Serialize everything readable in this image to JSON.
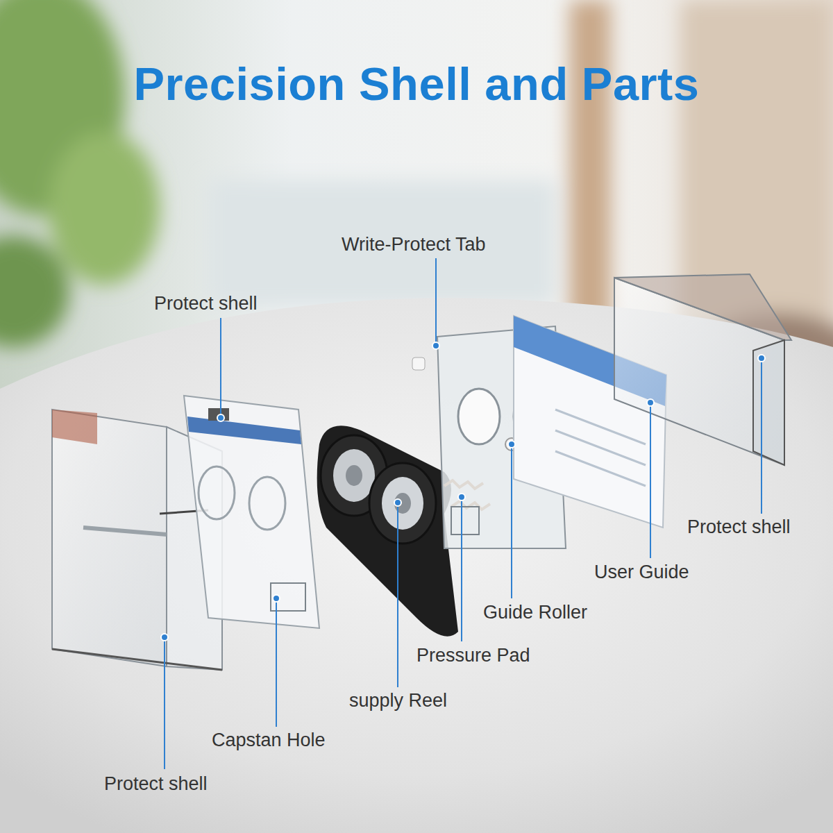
{
  "diagram": {
    "title": "Precision Shell and Parts",
    "labels": [
      "Write-Protect Tab",
      "Protect shell",
      "Protect shell",
      "User Guide",
      "Guide Roller",
      "Pressure Pad",
      "supply Reel",
      "Capstan Hole",
      "Protect shell"
    ]
  }
}
